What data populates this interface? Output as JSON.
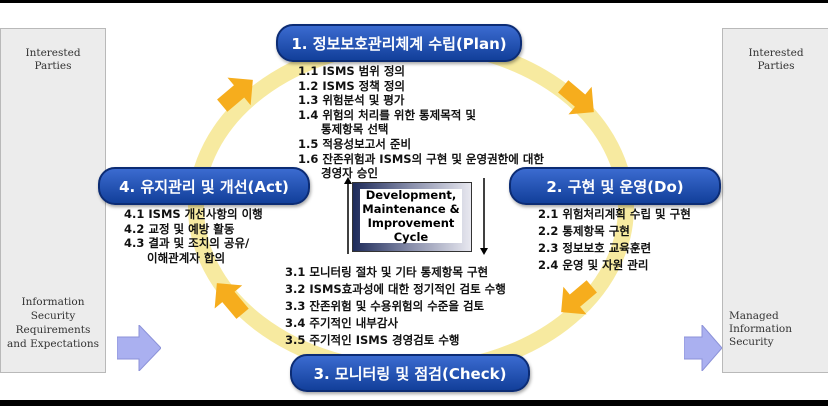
{
  "left_panel": {
    "top_label": "Interested\nParties",
    "bottom_label": "Information\nSecurity\nRequirements\nand Expectations"
  },
  "right_panel": {
    "top_label": "Interested\nParties",
    "bottom_label": "Managed\nInformation\nSecurity"
  },
  "phases": {
    "plan": "1. 정보보호관리체계 수립(Plan)",
    "do": "2. 구현 및 운영(Do)",
    "check": "3. 모니터링 및 점검(Check)",
    "act": "4. 유지관리 및 개선(Act)"
  },
  "plan_steps": [
    {
      "num": "1.1",
      "text": "ISMS 범위 정의"
    },
    {
      "num": "1.2",
      "text": "ISMS 정책 정의"
    },
    {
      "num": "1.3",
      "text": "위험분석 및 평가"
    },
    {
      "num": "1.4",
      "text": "위험의 처리를 위한 통제목적 및",
      "cont": "통제항목 선택"
    },
    {
      "num": "1.5",
      "text": "적용성보고서 준비"
    },
    {
      "num": "1.6",
      "text": "잔존위험과 ISMS의 구현 및 운영권한에 대한",
      "cont": "경영자 승인"
    }
  ],
  "do_steps": [
    {
      "num": "2.1",
      "text": "위험처리계획 수립 및 구현"
    },
    {
      "num": "2.2",
      "text": "통제항목 구현"
    },
    {
      "num": "2.3",
      "text": "정보보호 교육훈련"
    },
    {
      "num": "2.4",
      "text": "운영 및 자원 관리"
    }
  ],
  "check_steps": [
    {
      "num": "3.1",
      "text": "모니터링 절차 및 기타 통제항목 구현"
    },
    {
      "num": "3.2",
      "text": "ISMS효과성에 대한 정기적인 검토 수행"
    },
    {
      "num": "3.3",
      "text": "잔존위험 및 수용위험의 수준을 검토"
    },
    {
      "num": "3.4",
      "text": "주기적인 내부감사"
    },
    {
      "num": "3.5",
      "text": "주기적인 ISMS 경영검토 수행"
    }
  ],
  "act_steps": [
    {
      "num": "4.1",
      "text": "ISMS 개선사항의 이행"
    },
    {
      "num": "4.2",
      "text": "교정 및 예방 활동"
    },
    {
      "num": "4.3",
      "text": "결과 및 조치의 공유/",
      "cont": "이해관계자 합의"
    }
  ],
  "center": {
    "label": "Development,\nMaintenance &\nImprovement\nCycle"
  },
  "colors": {
    "cycle_ring": "#f7eaa0",
    "cycle_arrow": "#f6ad1d",
    "pill": "#1f4fb4",
    "input_arrow": "#aab0f0"
  }
}
